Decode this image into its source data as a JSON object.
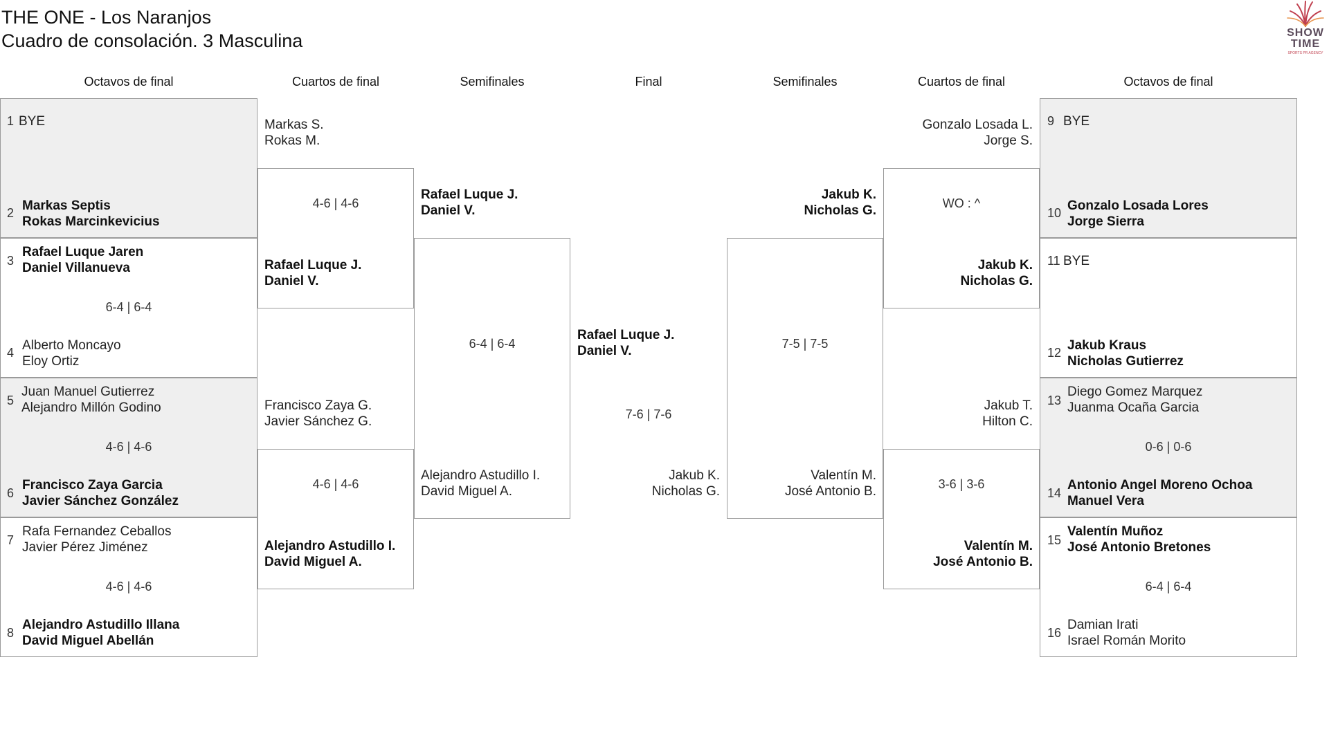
{
  "header": {
    "title_line1": "THE ONE - Los Naranjos",
    "title_line2": "Cuadro de consolación. 3 Masculina",
    "logo_line1": "SHOW",
    "logo_line2": "TIME",
    "logo_tag": "SPORTS PR AGENCY"
  },
  "rounds": {
    "left_r16": "Octavos de final",
    "left_qf": "Cuartos de final",
    "left_sf": "Semifinales",
    "final": "Final",
    "right_sf": "Semifinales",
    "right_qf": "Cuartos de final",
    "right_r16": "Octavos de final"
  },
  "left_r16": [
    {
      "seed_a": "1",
      "a1": "BYE",
      "a2": "",
      "seed_b": "2",
      "b1": "Markas Septis",
      "b2": "Rokas Marcinkevicius",
      "score": ""
    },
    {
      "seed_a": "3",
      "a1": "Rafael Luque Jaren",
      "a2": "Daniel Villanueva",
      "seed_b": "4",
      "b1": "Alberto Moncayo",
      "b2": "Eloy Ortiz",
      "score": "6-4 | 6-4"
    },
    {
      "seed_a": "5",
      "a1": "Juan Manuel Gutierrez",
      "a2": "Alejandro Millón Godino",
      "seed_b": "6",
      "b1": "Francisco Zaya Garcia",
      "b2": "Javier Sánchez González",
      "score": "4-6 | 4-6"
    },
    {
      "seed_a": "7",
      "a1": "Rafa Fernandez Ceballos",
      "a2": "Javier Pérez Jiménez",
      "seed_b": "8",
      "b1": "Alejandro Astudillo Illana",
      "b2": "David Miguel Abellán",
      "score": "4-6 | 4-6"
    }
  ],
  "right_r16": [
    {
      "seed_a": "9",
      "a1": "BYE",
      "a2": "",
      "seed_b": "10",
      "b1": "Gonzalo Losada Lores",
      "b2": "Jorge Sierra",
      "score": ""
    },
    {
      "seed_a": "11",
      "a1": "BYE",
      "a2": "",
      "seed_b": "12",
      "b1": "Jakub Kraus",
      "b2": "Nicholas Gutierrez",
      "score": ""
    },
    {
      "seed_a": "13",
      "a1": "Diego Gomez Marquez",
      "a2": "Juanma Ocaña Garcia",
      "seed_b": "14",
      "b1": "Antonio Angel Moreno Ochoa",
      "b2": "Manuel Vera",
      "score": "0-6 | 0-6"
    },
    {
      "seed_a": "15",
      "a1": "Valentín Muñoz",
      "a2": "José Antonio Bretones",
      "seed_b": "16",
      "b1": "Damian Irati",
      "b2": "Israel Román Morito",
      "score": "6-4 | 6-4"
    }
  ],
  "left_qf": [
    {
      "a1": "Markas S.",
      "a2": "Rokas M.",
      "b1": "Rafael Luque J.",
      "b2": "Daniel V.",
      "score": "4-6 | 4-6"
    },
    {
      "a1": "Francisco Zaya G.",
      "a2": "Javier Sánchez G.",
      "b1": "Alejandro Astudillo I.",
      "b2": "David Miguel A.",
      "score": "4-6 | 4-6"
    }
  ],
  "right_qf": [
    {
      "a1": "Gonzalo Losada L.",
      "a2": "Jorge S.",
      "b1": "Jakub K.",
      "b2": "Nicholas G.",
      "score": "WO : ^"
    },
    {
      "a1": "Jakub T.",
      "a2": "Hilton C.",
      "b1": "Valentín M.",
      "b2": "José Antonio B.",
      "score": "3-6 | 3-6"
    }
  ],
  "left_sf": {
    "a1": "Rafael Luque J.",
    "a2": "Daniel V.",
    "b1": "Alejandro Astudillo I.",
    "b2": "David Miguel A.",
    "score": "6-4 | 6-4"
  },
  "right_sf": {
    "a1": "Jakub K.",
    "a2": "Nicholas G.",
    "b1": "Valentín M.",
    "b2": "José Antonio B.",
    "score": "7-5 | 7-5"
  },
  "final": {
    "a1": "Rafael Luque J.",
    "a2": "Daniel V.",
    "b1": "Jakub K.",
    "b2": "Nicholas G.",
    "score": "7-6 | 7-6"
  }
}
